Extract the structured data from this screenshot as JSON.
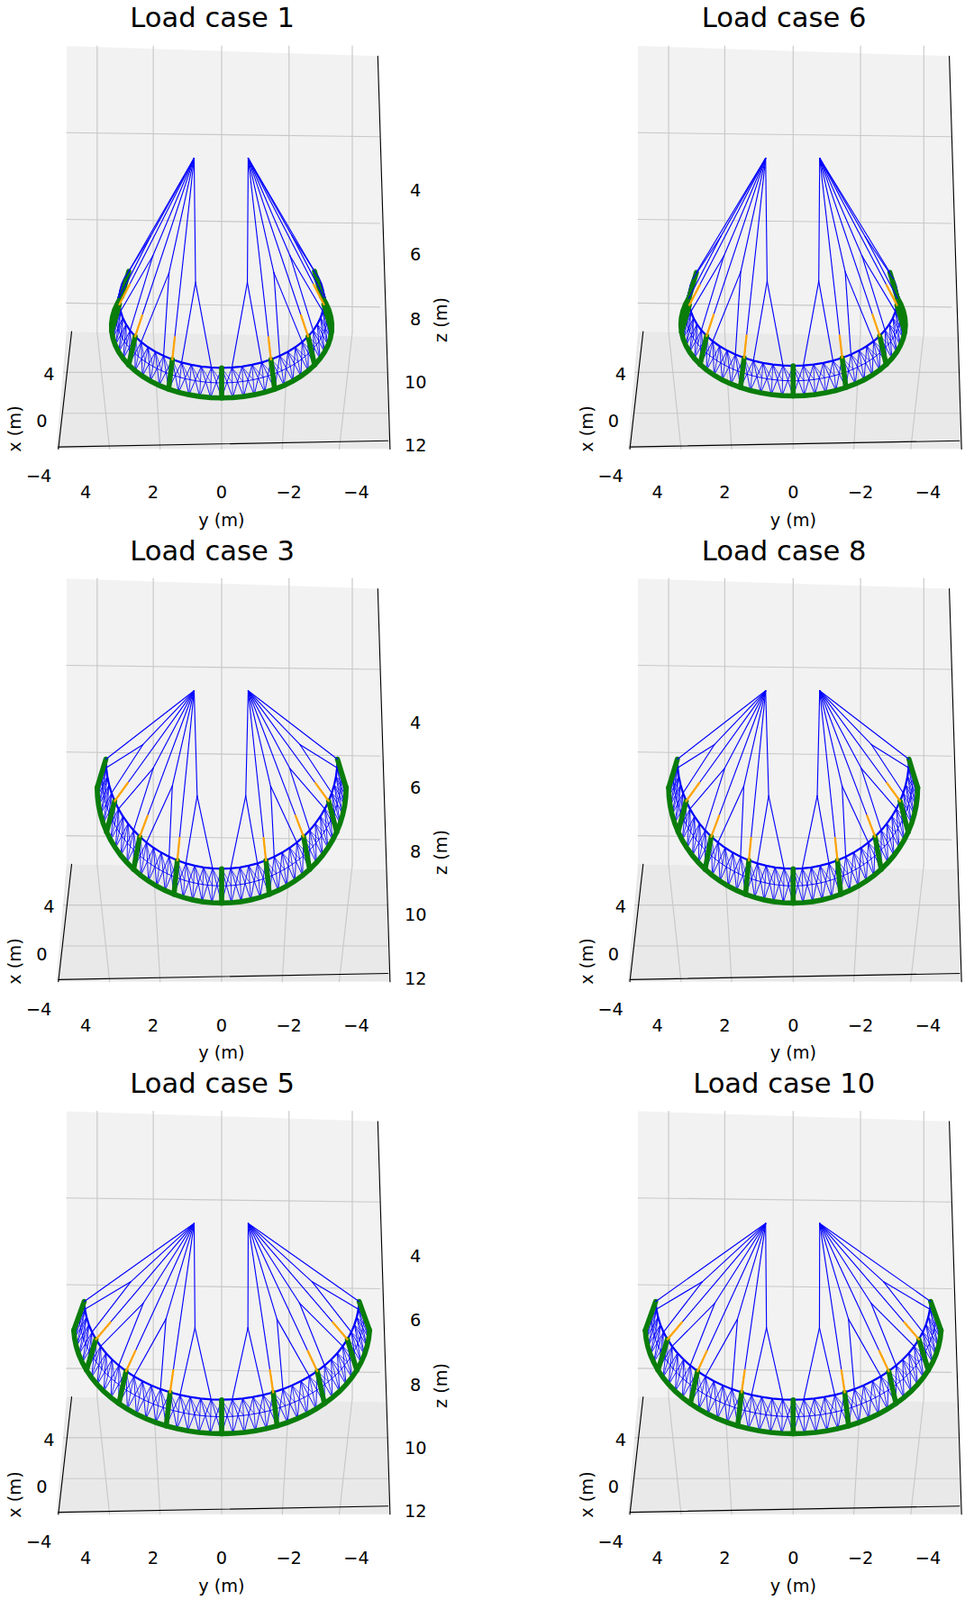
{
  "diagram": {
    "labels": [
      "Load case 1",
      "4",
      "0",
      "−4",
      "x (m)",
      "4",
      "2",
      "0",
      "−2",
      "−4",
      "y (m)",
      "4",
      "6",
      "8",
      "10",
      "12",
      "z (m)",
      "Load case 6",
      "4",
      "0",
      "−4",
      "x (m)",
      "4",
      "2",
      "0",
      "−2",
      "−4",
      "y (m)",
      "Load case 3",
      "4",
      "0",
      "−4",
      "x (m)",
      "4",
      "2",
      "0",
      "−2",
      "−4",
      "y (m)",
      "4",
      "6",
      "8",
      "10",
      "12",
      "z (m)",
      "Load case 8",
      "4",
      "0",
      "−4",
      "x (m)",
      "4",
      "2",
      "0",
      "−2",
      "−4",
      "y (m)",
      "Load case 5",
      "4",
      "0",
      "−4",
      "x (m)",
      "4",
      "2",
      "0",
      "−2",
      "−4",
      "y (m)",
      "4",
      "6",
      "8",
      "10",
      "12",
      "z (m)",
      "Load case 10",
      "4",
      "0",
      "−4",
      "x (m)",
      "4",
      "2",
      "0",
      "−2",
      "−4",
      "y (m)"
    ]
  }
}
